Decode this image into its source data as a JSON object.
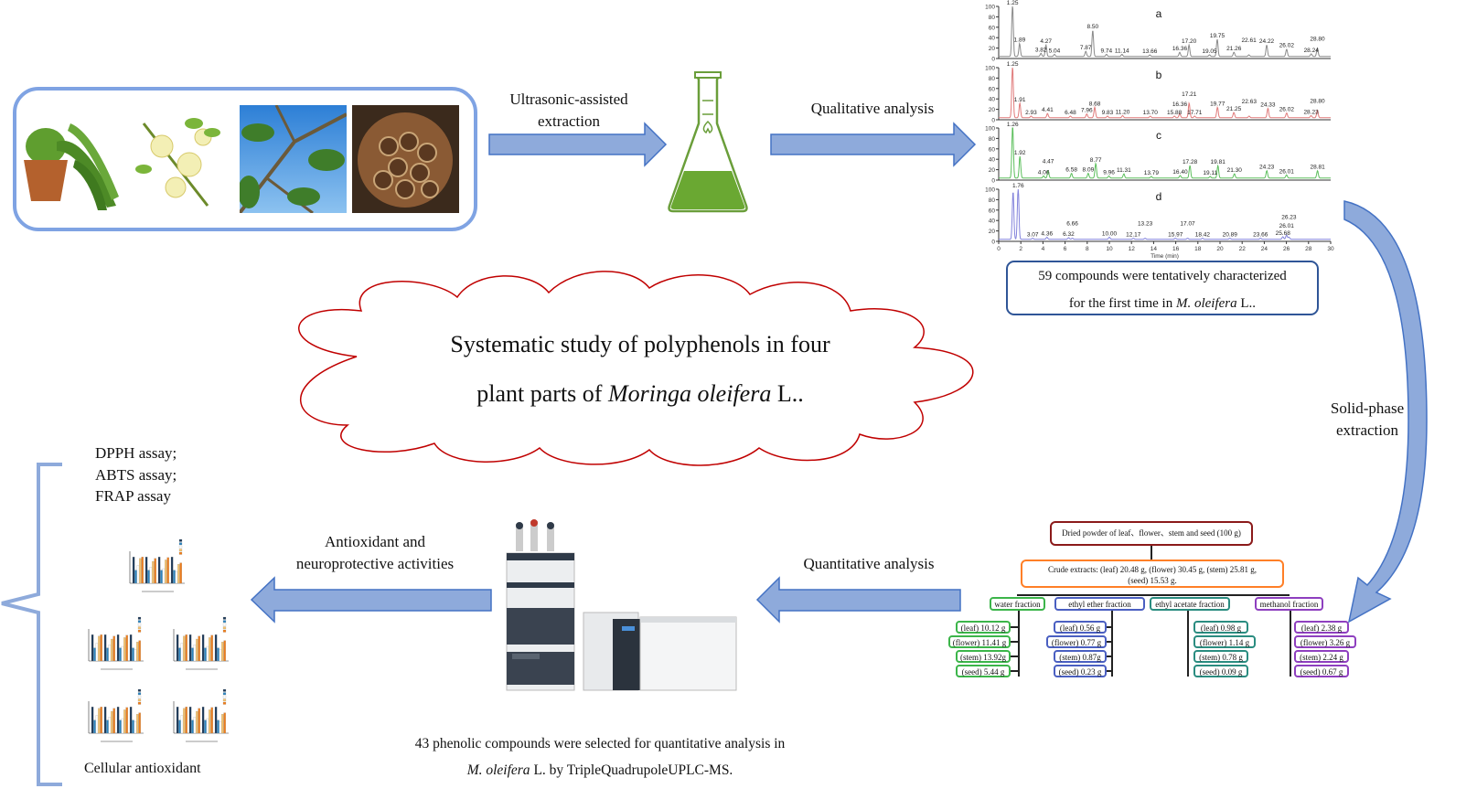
{
  "steps": {
    "extraction_label": [
      "Ultrasonic-assisted",
      "extraction"
    ],
    "qualitative_label": "Qualitative analysis",
    "spe_label": [
      "Solid-phase",
      "extraction"
    ],
    "quantitative_label": "Quantitative analysis",
    "activity_label": [
      "Antioxidant and",
      "neuroprotective activities"
    ]
  },
  "qualitative_result": {
    "line1": "59 compounds were tentatively characterized",
    "line2_prefix": "for the first time in ",
    "line2_species": "M. oleifera",
    "line2_suffix": " L.."
  },
  "center_title": {
    "line1": "Systematic study of polyphenols in four",
    "line2_prefix": "plant parts of  ",
    "line2_species": "Moringa oleifera",
    "line2_suffix": " L.."
  },
  "assays": [
    "DPPH assay;",
    "ABTS assay;",
    "FRAP assay"
  ],
  "cellular_label": "Cellular antioxidant",
  "quantitative_result": {
    "line1": "43 phenolic compounds were selected for quantitative analysis in",
    "line2_species": "M. oleifera",
    "line2_suffix": " L. by TripleQuadrupoleUPLC-MS."
  },
  "fractionation": {
    "root": "Dried powder of leaf、flower、stem and seed (100 g)",
    "crude_line1": "Crude extracts: (leaf) 20.48 g, (flower) 30.45 g,  (stem) 25.81 g,",
    "crude_line2": "(seed) 15.53 g.",
    "fractions": [
      {
        "name": "water fraction",
        "color": "#3cb54a",
        "items": [
          "(leaf) 10.12 g",
          "(flower) 11.41 g",
          "(stem) 13.92g",
          "(seed) 5.44 g"
        ]
      },
      {
        "name": "ethyl ether fraction",
        "color": "#4a5fc1",
        "items": [
          "(leaf) 0.56 g",
          "(flower) 0.77 g",
          "(stem) 0.87g",
          "(seed) 0.23 g"
        ]
      },
      {
        "name": "ethyl acetate fraction",
        "color": "#2a8c80",
        "items": [
          "(leaf) 0.98 g",
          "(flower) 1.14 g",
          "(stem) 0.78 g",
          "(seed) 0.09 g"
        ]
      },
      {
        "name": "methanol fraction",
        "color": "#8e3fbf",
        "items": [
          "(leaf) 2.38 g",
          "(flower) 3.26 g",
          "(stem) 2.24 g",
          "(seed) 0.67 g"
        ]
      }
    ],
    "root_color": "#8b1a1a",
    "crude_color": "#ff7f27"
  },
  "chromatograms": {
    "xlabel": "Time (min)",
    "x_ticks": [
      "0",
      "2",
      "4",
      "6",
      "8",
      "10",
      "12",
      "14",
      "16",
      "18",
      "20",
      "22",
      "24",
      "26",
      "28",
      "30"
    ],
    "y_ticks": [
      "0",
      "20",
      "40",
      "60",
      "80",
      "100"
    ],
    "traces": [
      {
        "letter": "a",
        "color": "#8a8a8a",
        "peaks": [
          {
            "label": "1.25",
            "h": 100
          },
          {
            "label": "1.89",
            "h": 25
          },
          {
            "label": "3.82",
            "h": 6
          },
          {
            "label": "4.27",
            "h": 22
          },
          {
            "label": "5.04",
            "h": 4
          },
          {
            "label": "7.87",
            "h": 10
          },
          {
            "label": "8.50",
            "h": 50
          },
          {
            "label": "9.74",
            "h": 4
          },
          {
            "label": "11.14",
            "h": 4
          },
          {
            "label": "13.66",
            "h": 3
          },
          {
            "label": "16.36",
            "h": 8
          },
          {
            "label": "17.20",
            "h": 22
          },
          {
            "label": "19.05",
            "h": 3
          },
          {
            "label": "19.75",
            "h": 33
          },
          {
            "label": "21.26",
            "h": 8
          },
          {
            "label": "22.61",
            "h": 3
          },
          {
            "label": "24.22",
            "h": 22
          },
          {
            "label": "26.02",
            "h": 14
          },
          {
            "label": "28.24",
            "h": 5
          },
          {
            "label": "28.80",
            "h": 16
          }
        ]
      },
      {
        "letter": "b",
        "color": "#e07a7a",
        "peaks": [
          {
            "label": "1.25",
            "h": 100
          },
          {
            "label": "1.91",
            "h": 28
          },
          {
            "label": "2.93",
            "h": 3
          },
          {
            "label": "4.41",
            "h": 8
          },
          {
            "label": "6.48",
            "h": 3
          },
          {
            "label": "7.96",
            "h": 7
          },
          {
            "label": "8.68",
            "h": 20
          },
          {
            "label": "9.83",
            "h": 3
          },
          {
            "label": "11.20",
            "h": 4
          },
          {
            "label": "13.70",
            "h": 3
          },
          {
            "label": "15.88",
            "h": 3
          },
          {
            "label": "16.36",
            "h": 8
          },
          {
            "label": "17.21",
            "h": 28
          },
          {
            "label": "17.71",
            "h": 3
          },
          {
            "label": "19.77",
            "h": 20
          },
          {
            "label": "21.25",
            "h": 10
          },
          {
            "label": "22.63",
            "h": 3
          },
          {
            "label": "24.33",
            "h": 18
          },
          {
            "label": "26.02",
            "h": 9
          },
          {
            "label": "28.23",
            "h": 4
          },
          {
            "label": "28.80",
            "h": 14
          }
        ]
      },
      {
        "letter": "c",
        "color": "#5cbf5c",
        "peaks": [
          {
            "label": "1.26",
            "h": 100
          },
          {
            "label": "1.92",
            "h": 42
          },
          {
            "label": "4.06",
            "h": 4
          },
          {
            "label": "4.47",
            "h": 14
          },
          {
            "label": "6.58",
            "h": 9
          },
          {
            "label": "8.09",
            "h": 9
          },
          {
            "label": "8.77",
            "h": 28
          },
          {
            "label": "9.96",
            "h": 4
          },
          {
            "label": "11.31",
            "h": 8
          },
          {
            "label": "13.79",
            "h": 3
          },
          {
            "label": "16.40",
            "h": 5
          },
          {
            "label": "17.28",
            "h": 24
          },
          {
            "label": "19.11",
            "h": 3
          },
          {
            "label": "19.81",
            "h": 24
          },
          {
            "label": "21.30",
            "h": 8
          },
          {
            "label": "24.23",
            "h": 14
          },
          {
            "label": "26.01",
            "h": 6
          },
          {
            "label": "28.81",
            "h": 14
          }
        ]
      },
      {
        "letter": "d",
        "color": "#8484dc",
        "peaks": [
          {
            "label": "",
            "h": 92,
            "t": 1.3
          },
          {
            "label": "1.76",
            "h": 100
          },
          {
            "label": "3.07",
            "h": 2
          },
          {
            "label": "4.36",
            "h": 4
          },
          {
            "label": "6.32",
            "h": 3
          },
          {
            "label": "6.66",
            "h": 2
          },
          {
            "label": "10.00",
            "h": 4
          },
          {
            "label": "12.17",
            "h": 2
          },
          {
            "label": "13.23",
            "h": 2
          },
          {
            "label": "15.97",
            "h": 2
          },
          {
            "label": "17.07",
            "h": 2
          },
          {
            "label": "18.42",
            "h": 2
          },
          {
            "label": "20.89",
            "h": 2
          },
          {
            "label": "23.66",
            "h": 2
          },
          {
            "label": "25.68",
            "h": 5
          },
          {
            "label": "26.01",
            "h": 8
          },
          {
            "label": "26.23",
            "h": 4
          }
        ]
      }
    ]
  },
  "colors": {
    "arrow_fill": "#8eaadb",
    "arrow_stroke": "#4472c4",
    "cloud_stroke": "#c00000",
    "photo_border": "#7fa3e3",
    "box_border": "#2f5597"
  }
}
